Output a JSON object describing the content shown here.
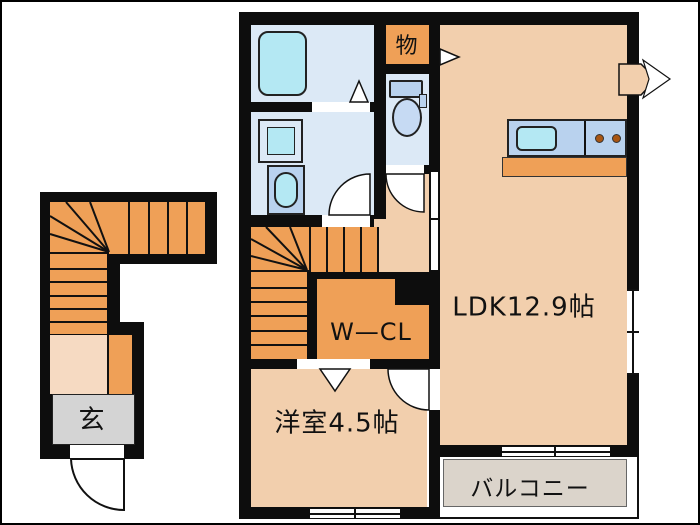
{
  "title": "apartment floor plan",
  "rooms": {
    "ldk": {
      "label": "LDK12.9帖"
    },
    "western_room": {
      "label": "洋室4.5帖"
    },
    "walk_in_closet": {
      "label": "W—CL"
    },
    "storage": {
      "label": "物"
    },
    "entrance": {
      "label": "玄"
    },
    "balcony": {
      "label": "バルコニー"
    }
  },
  "colors": {
    "wall": "#0d0d0d",
    "room_floor": "#f2cfad",
    "stair_wood": "#efa057",
    "entry_hall_floor": "#f6dac2",
    "entrance_floor": "#d4d4d4",
    "balcony_floor": "#dbd4cb",
    "wet_area_floor": "#dce9f6",
    "fixture_blue": "#b9d2ee",
    "fixture_cyan": "#b4e8f3",
    "burner_dot": "#a85512"
  }
}
